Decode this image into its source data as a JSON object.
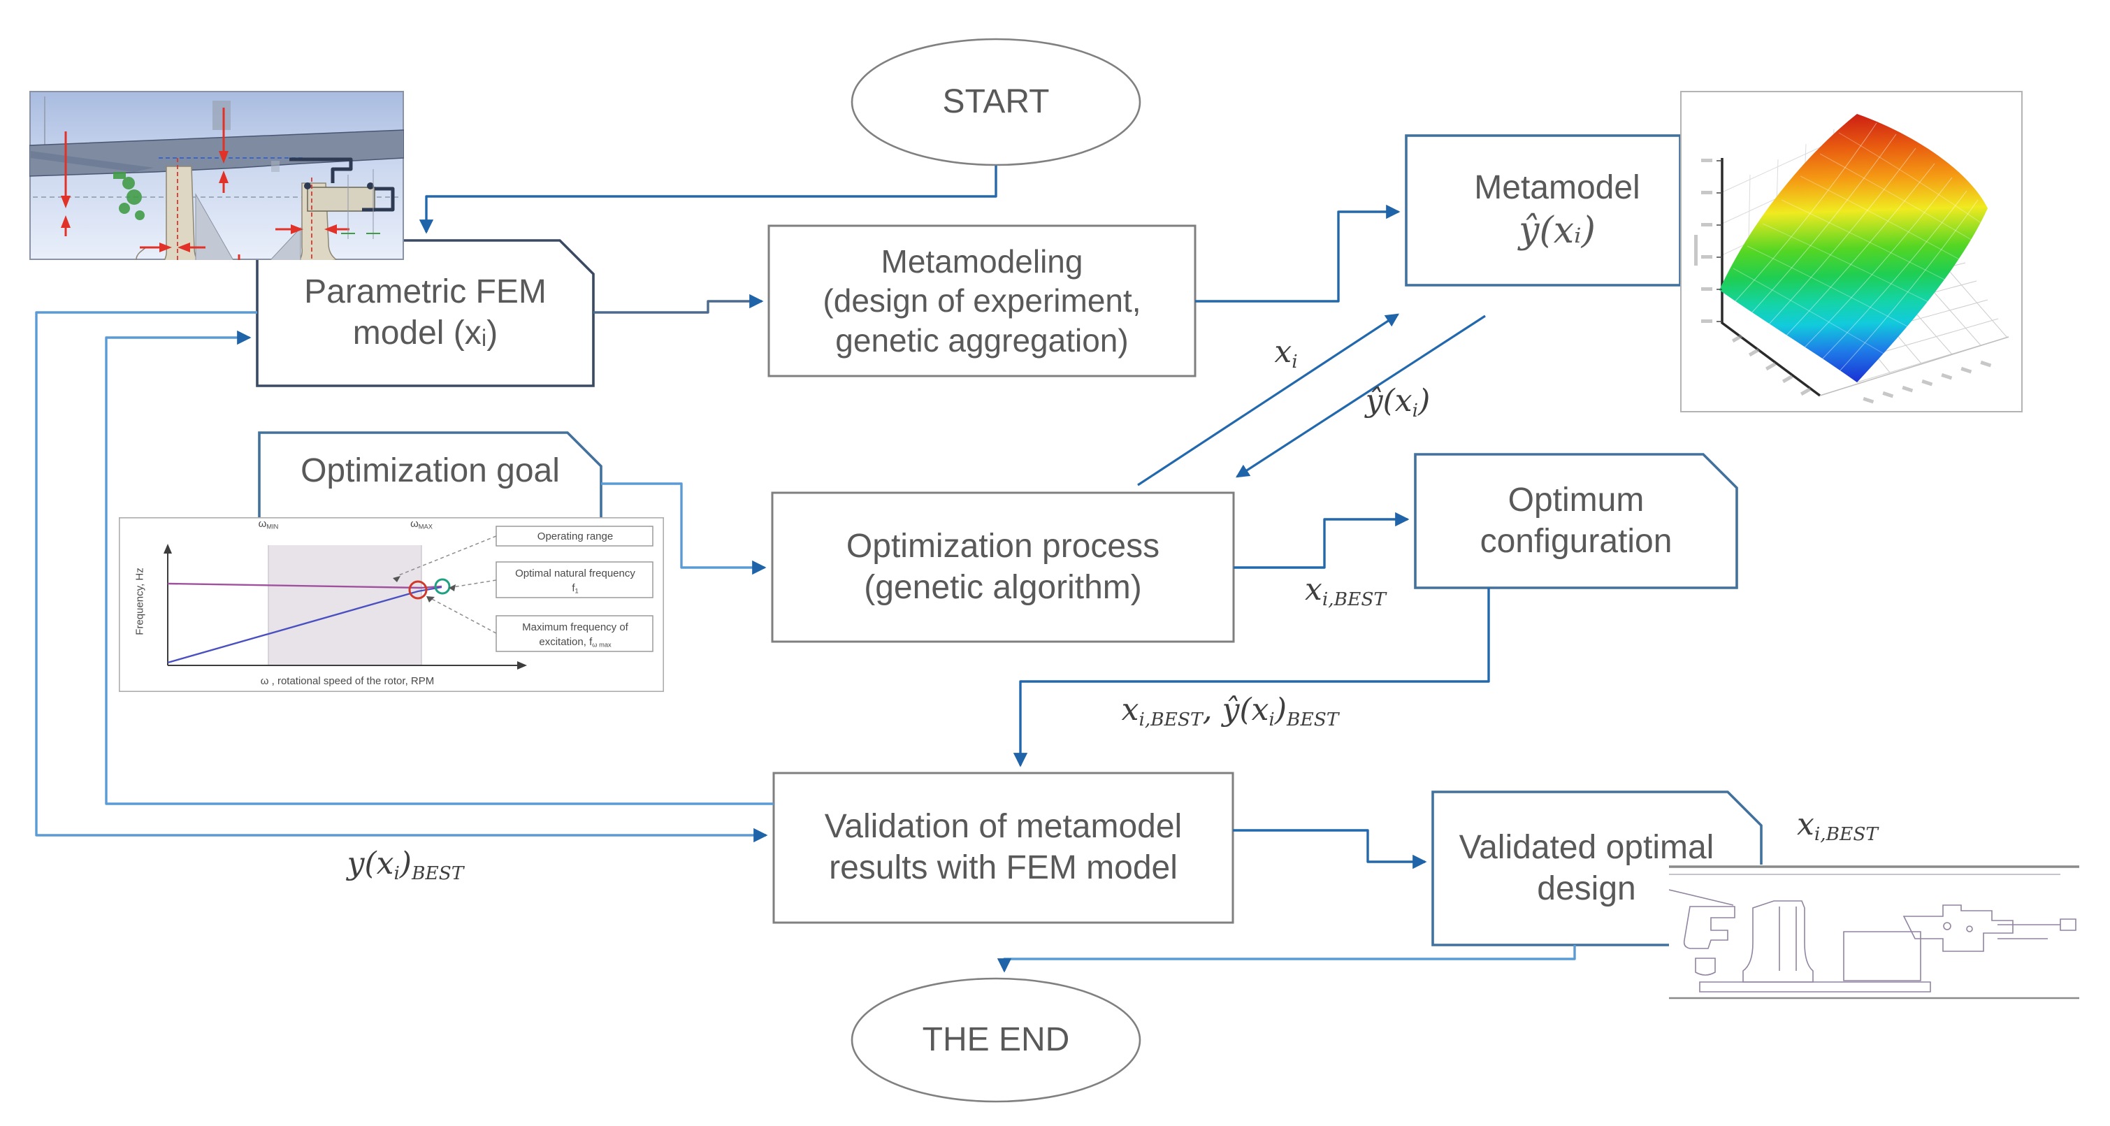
{
  "colors": {
    "arrow_dark": "#2268ad",
    "arrow_light": "#5b9bd5",
    "arrowhead": "#1f63a8",
    "border_gray": "#7f7f7f",
    "border_steel": "#41719c",
    "border_navy": "#3b4a63",
    "node_text": "#595959",
    "surface_rainbow_top": "#cc1f14",
    "surface_rainbow_bottom": "#1b2fd4"
  },
  "nodes": {
    "start": {
      "label": "START"
    },
    "the_end": {
      "label": "THE END"
    },
    "parametric_fem": {
      "lines": [
        "Parametric FEM",
        "model (xᵢ)"
      ]
    },
    "metamodeling": {
      "lines": [
        "Metamodeling",
        "(design of experiment,",
        "genetic aggregation)"
      ]
    },
    "metamodel": {
      "lines": [
        "Metamodel",
        "ŷ(xᵢ)"
      ]
    },
    "optimization_goal": {
      "lines": [
        "Optimization goal"
      ]
    },
    "optimization_process": {
      "lines": [
        "Optimization process",
        "(genetic algorithm)"
      ]
    },
    "optimum_configuration": {
      "lines": [
        "Optimum",
        "configuration"
      ]
    },
    "validation": {
      "lines": [
        "Validation of metamodel",
        "results with FEM model"
      ]
    },
    "validated_design": {
      "lines": [
        "Validated optimal",
        "design"
      ]
    }
  },
  "edge_labels": {
    "xi": [
      {
        "t": "x"
      },
      {
        "t": "i",
        "sub": true
      }
    ],
    "yhat_xi": [
      {
        "t": "ŷ(x"
      },
      {
        "t": "i",
        "sub": true
      },
      {
        "t": ")"
      }
    ],
    "xi_best": [
      {
        "t": "x"
      },
      {
        "t": "i,BEST",
        "sub": true
      }
    ],
    "xi_best_pair": [
      {
        "t": "x"
      },
      {
        "t": "i,BEST",
        "sub": true
      },
      {
        "t": ", ŷ(x"
      },
      {
        "t": "i",
        "sub": true
      },
      {
        "t": ")"
      },
      {
        "t": "BEST",
        "sub": true
      }
    ],
    "y_xi_best": [
      {
        "t": "y(x"
      },
      {
        "t": "i",
        "sub": true
      },
      {
        "t": ")"
      },
      {
        "t": "BEST",
        "sub": true
      }
    ],
    "xi_best_out": [
      {
        "t": "x"
      },
      {
        "t": "i,BEST",
        "sub": true
      }
    ]
  },
  "goal_chart": {
    "ylabel": "Frequency, Hz",
    "xlabel": "ω , rotational speed of the rotor, RPM",
    "omega_min": [
      {
        "t": "ω"
      },
      {
        "t": "MIN",
        "sub": true
      }
    ],
    "omega_max": [
      {
        "t": "ω"
      },
      {
        "t": "MAX",
        "sub": true
      }
    ],
    "callouts": [
      {
        "lines": [
          [
            {
              "t": "Operating range"
            }
          ]
        ]
      },
      {
        "lines": [
          [
            {
              "t": "Optimal natural frequency"
            }
          ],
          [
            {
              "t": "f"
            },
            {
              "t": "1",
              "sub": true
            }
          ]
        ]
      },
      {
        "lines": [
          [
            {
              "t": "Maximum frequency of"
            }
          ],
          [
            {
              "t": "excitation, f"
            },
            {
              "t": "ω max",
              "sub": true
            }
          ]
        ]
      }
    ]
  }
}
